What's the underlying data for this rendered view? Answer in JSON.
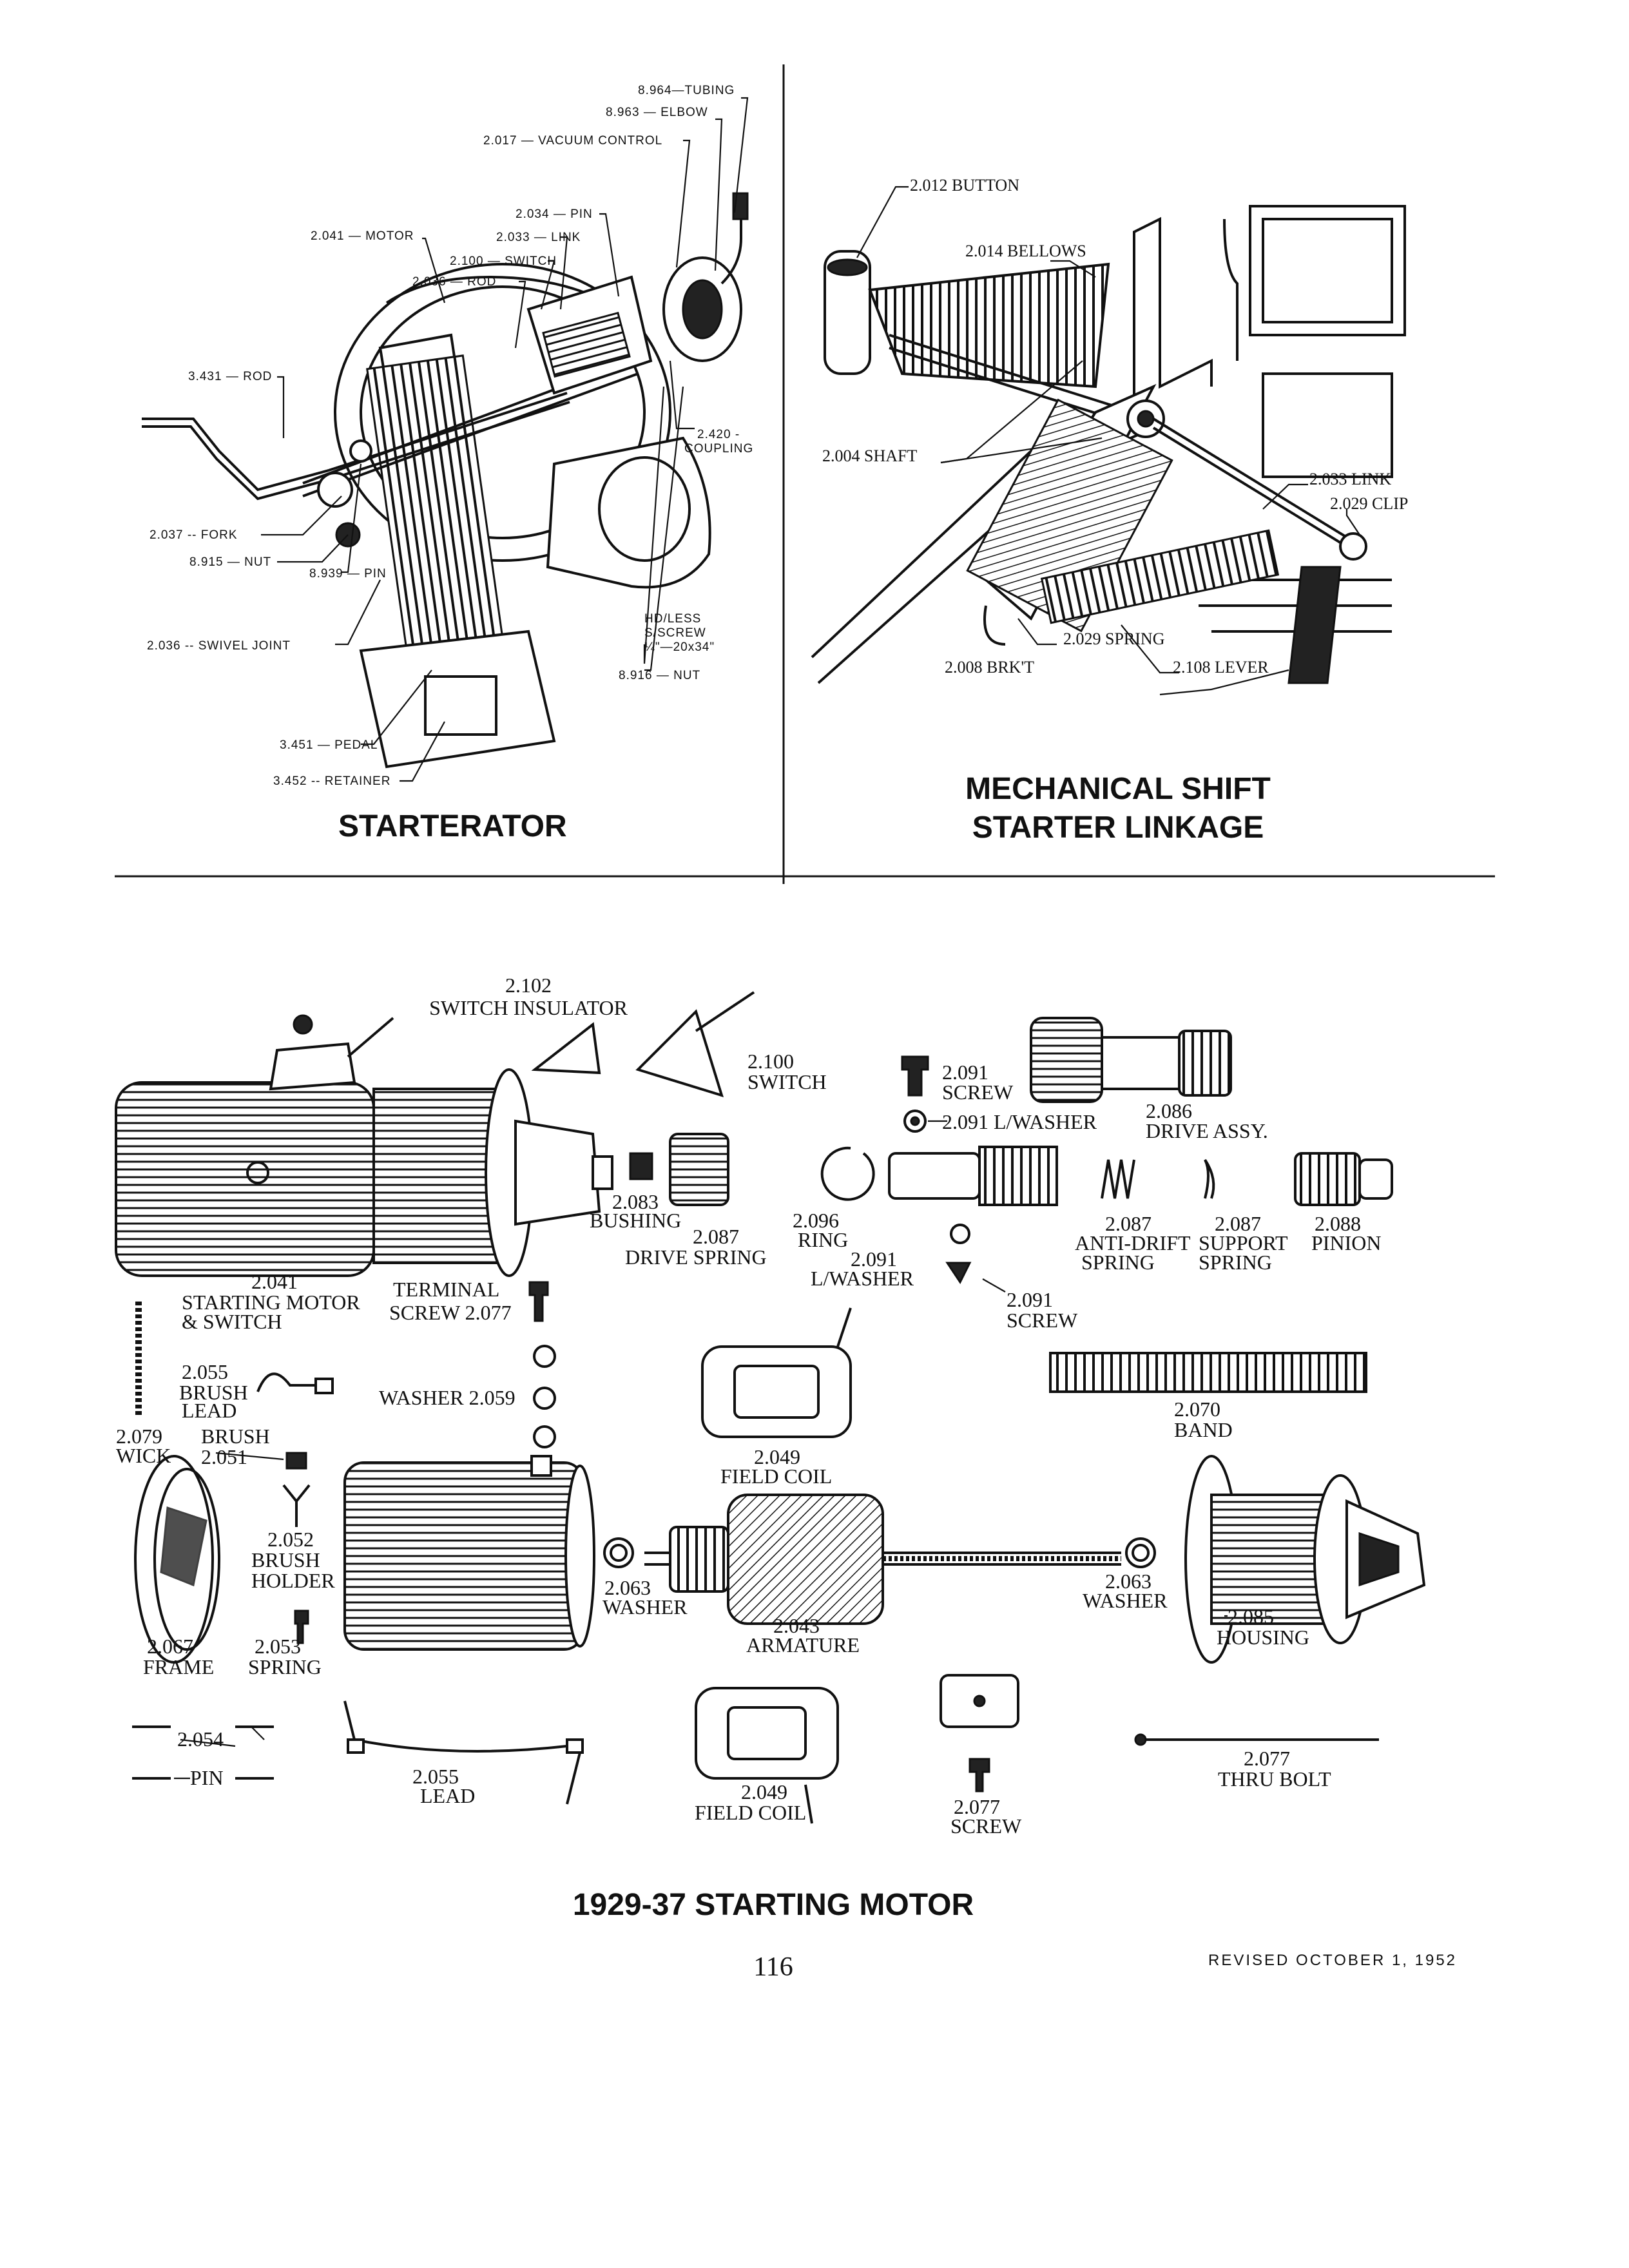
{
  "panels": {
    "starterator": {
      "title": "STARTERATOR",
      "labels": {
        "tubing": "8.964—TUBING",
        "elbow": "8.963 — ELBOW",
        "vacuum_control": "2.017 — VACUUM CONTROL",
        "pin_top": "2.034 — PIN",
        "motor": "2.041 — MOTOR",
        "link": "2.033 — LINK",
        "switch": "2.100 — SWITCH",
        "rod_top": "2.036 — ROD",
        "rod_left": "3.431 — ROD",
        "coupling_1": "2.420 -",
        "coupling_2": "COUPLING",
        "fork": "2.037 -- FORK",
        "nut_left": "8.915 — NUT",
        "pin_bottom": "8.939 — PIN",
        "swivel_joint": "2.036 -- SWIVEL JOINT",
        "hd_1": "HD/LESS",
        "hd_2": "S/SCREW",
        "hd_3": "¼\"—20x34\"",
        "nut_right": "8.916 — NUT",
        "pedal": "3.451 — PEDAL",
        "retainer": "3.452 -- RETAINER"
      }
    },
    "linkage": {
      "title_line1": "MECHANICAL SHIFT",
      "title_line2": "STARTER LINKAGE",
      "labels": {
        "button": "2.012 BUTTON",
        "bellows": "2.014 BELLOWS",
        "shaft": "2.004 SHAFT",
        "link": "2.033 LINK",
        "clip": "2.029 CLIP",
        "spring": "2.029 SPRING",
        "brkt": "2.008 BRK'T",
        "lever": "2.108 LEVER"
      }
    },
    "motor": {
      "title": "1929-37 STARTING MOTOR",
      "labels": {
        "insulator_num": "2.102",
        "insulator_name": "SWITCH INSULATOR",
        "switch_num": "2.100",
        "switch_name": "SWITCH",
        "screw_num": "2.091",
        "screw_name": "SCREW",
        "lwasher_top": "2.091 L/WASHER",
        "drive_num": "2.086",
        "drive_name": "DRIVE ASSY.",
        "bushing_num": "2.083",
        "bushing_name": "BUSHING",
        "drive_spring_num": "2.087",
        "drive_spring_name": "DRIVE SPRING",
        "ring_num": "2.096",
        "ring_name": "RING",
        "lwasher_mid_num": "2.091",
        "lwasher_mid_name": "L/WASHER",
        "screw2_num": "2.091",
        "screw2_name": "SCREW",
        "antidrift_num": "2.087",
        "antidrift_1": "ANTI-DRIFT",
        "antidrift_2": "SPRING",
        "support_num": "2.087",
        "support_1": "SUPPORT",
        "support_2": "SPRING",
        "pinion_num": "2.088",
        "pinion_name": "PINION",
        "motor_num": "2.041",
        "motor_1": "STARTING MOTOR",
        "motor_2": "& SWITCH",
        "terminal_1": "TERMINAL",
        "terminal_2": "SCREW 2.077",
        "brush_lead_num": "2.055",
        "brush_lead_1": "BRUSH",
        "brush_lead_2": "LEAD",
        "washer_2059": "WASHER 2.059",
        "wick_num": "2.079",
        "wick_name": "WICK",
        "brush_name": "BRUSH",
        "brush_num": "2.051",
        "brush_holder_num": "2.052",
        "brush_holder_1": "BRUSH",
        "brush_holder_2": "HOLDER",
        "field_coil_top_num": "2.049",
        "field_coil_top_name": "FIELD COIL",
        "band_num": "2.070",
        "band_name": "BAND",
        "washer_left_num": "2.063",
        "washer_left_name": "WASHER",
        "armature_num": "2.043",
        "armature_name": "ARMATURE",
        "washer_right_num": "2.063",
        "washer_right_name": "WASHER",
        "housing_num": "2.085",
        "housing_name": "HOUSING",
        "frame_num": "2.067",
        "frame_name": "FRAME",
        "spring_num": "2.053",
        "spring_name": "SPRING",
        "pin_num": "2.054",
        "pin_name": "PIN",
        "lead_num": "2.055",
        "lead_name": "LEAD",
        "field_coil_bot_num": "2.049",
        "field_coil_bot_name": "FIELD COIL",
        "screw3_num": "2.077",
        "screw3_name": "SCREW",
        "thru_bolt_num": "2.077",
        "thru_bolt_name": "THRU BOLT"
      }
    }
  },
  "footer": {
    "page_number": "116",
    "revised": "REVISED OCTOBER 1, 1952"
  }
}
